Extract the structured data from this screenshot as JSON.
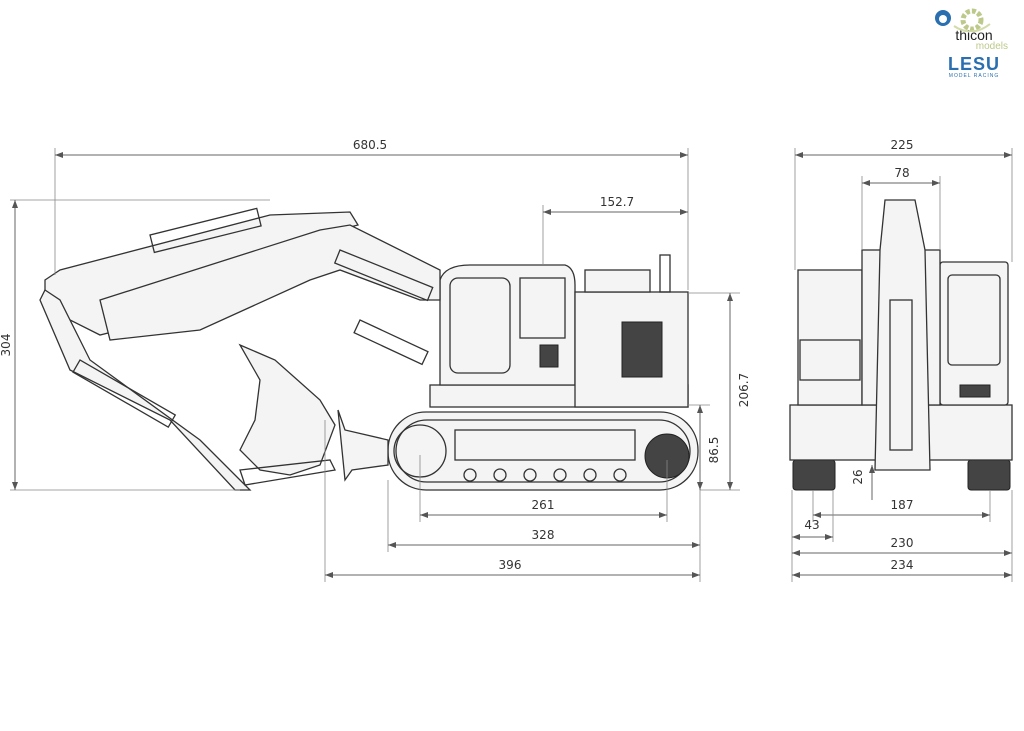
{
  "logos": {
    "thicon": "thicon",
    "thicon_sub": "models",
    "lesu": "LESU",
    "lesu_sub": "MODEL RACING"
  },
  "side_view": {
    "overall_length": "680.5",
    "rear_overhang": "152.7",
    "overall_height": "304",
    "body_height": "206.7",
    "track_height": "86.5",
    "tumbler_distance": "261",
    "track_length": "328",
    "bucket_to_rear": "396"
  },
  "front_view": {
    "cab_width": "225",
    "boom_width": "78",
    "ground_clearance": "26",
    "track_gauge": "187",
    "shoe_width": "43",
    "track_width": "230",
    "overall_width": "234"
  },
  "colors": {
    "line": "#333333",
    "dimension": "#666666",
    "logo_green": "#bcc98a",
    "logo_blue": "#2a6fb0"
  }
}
